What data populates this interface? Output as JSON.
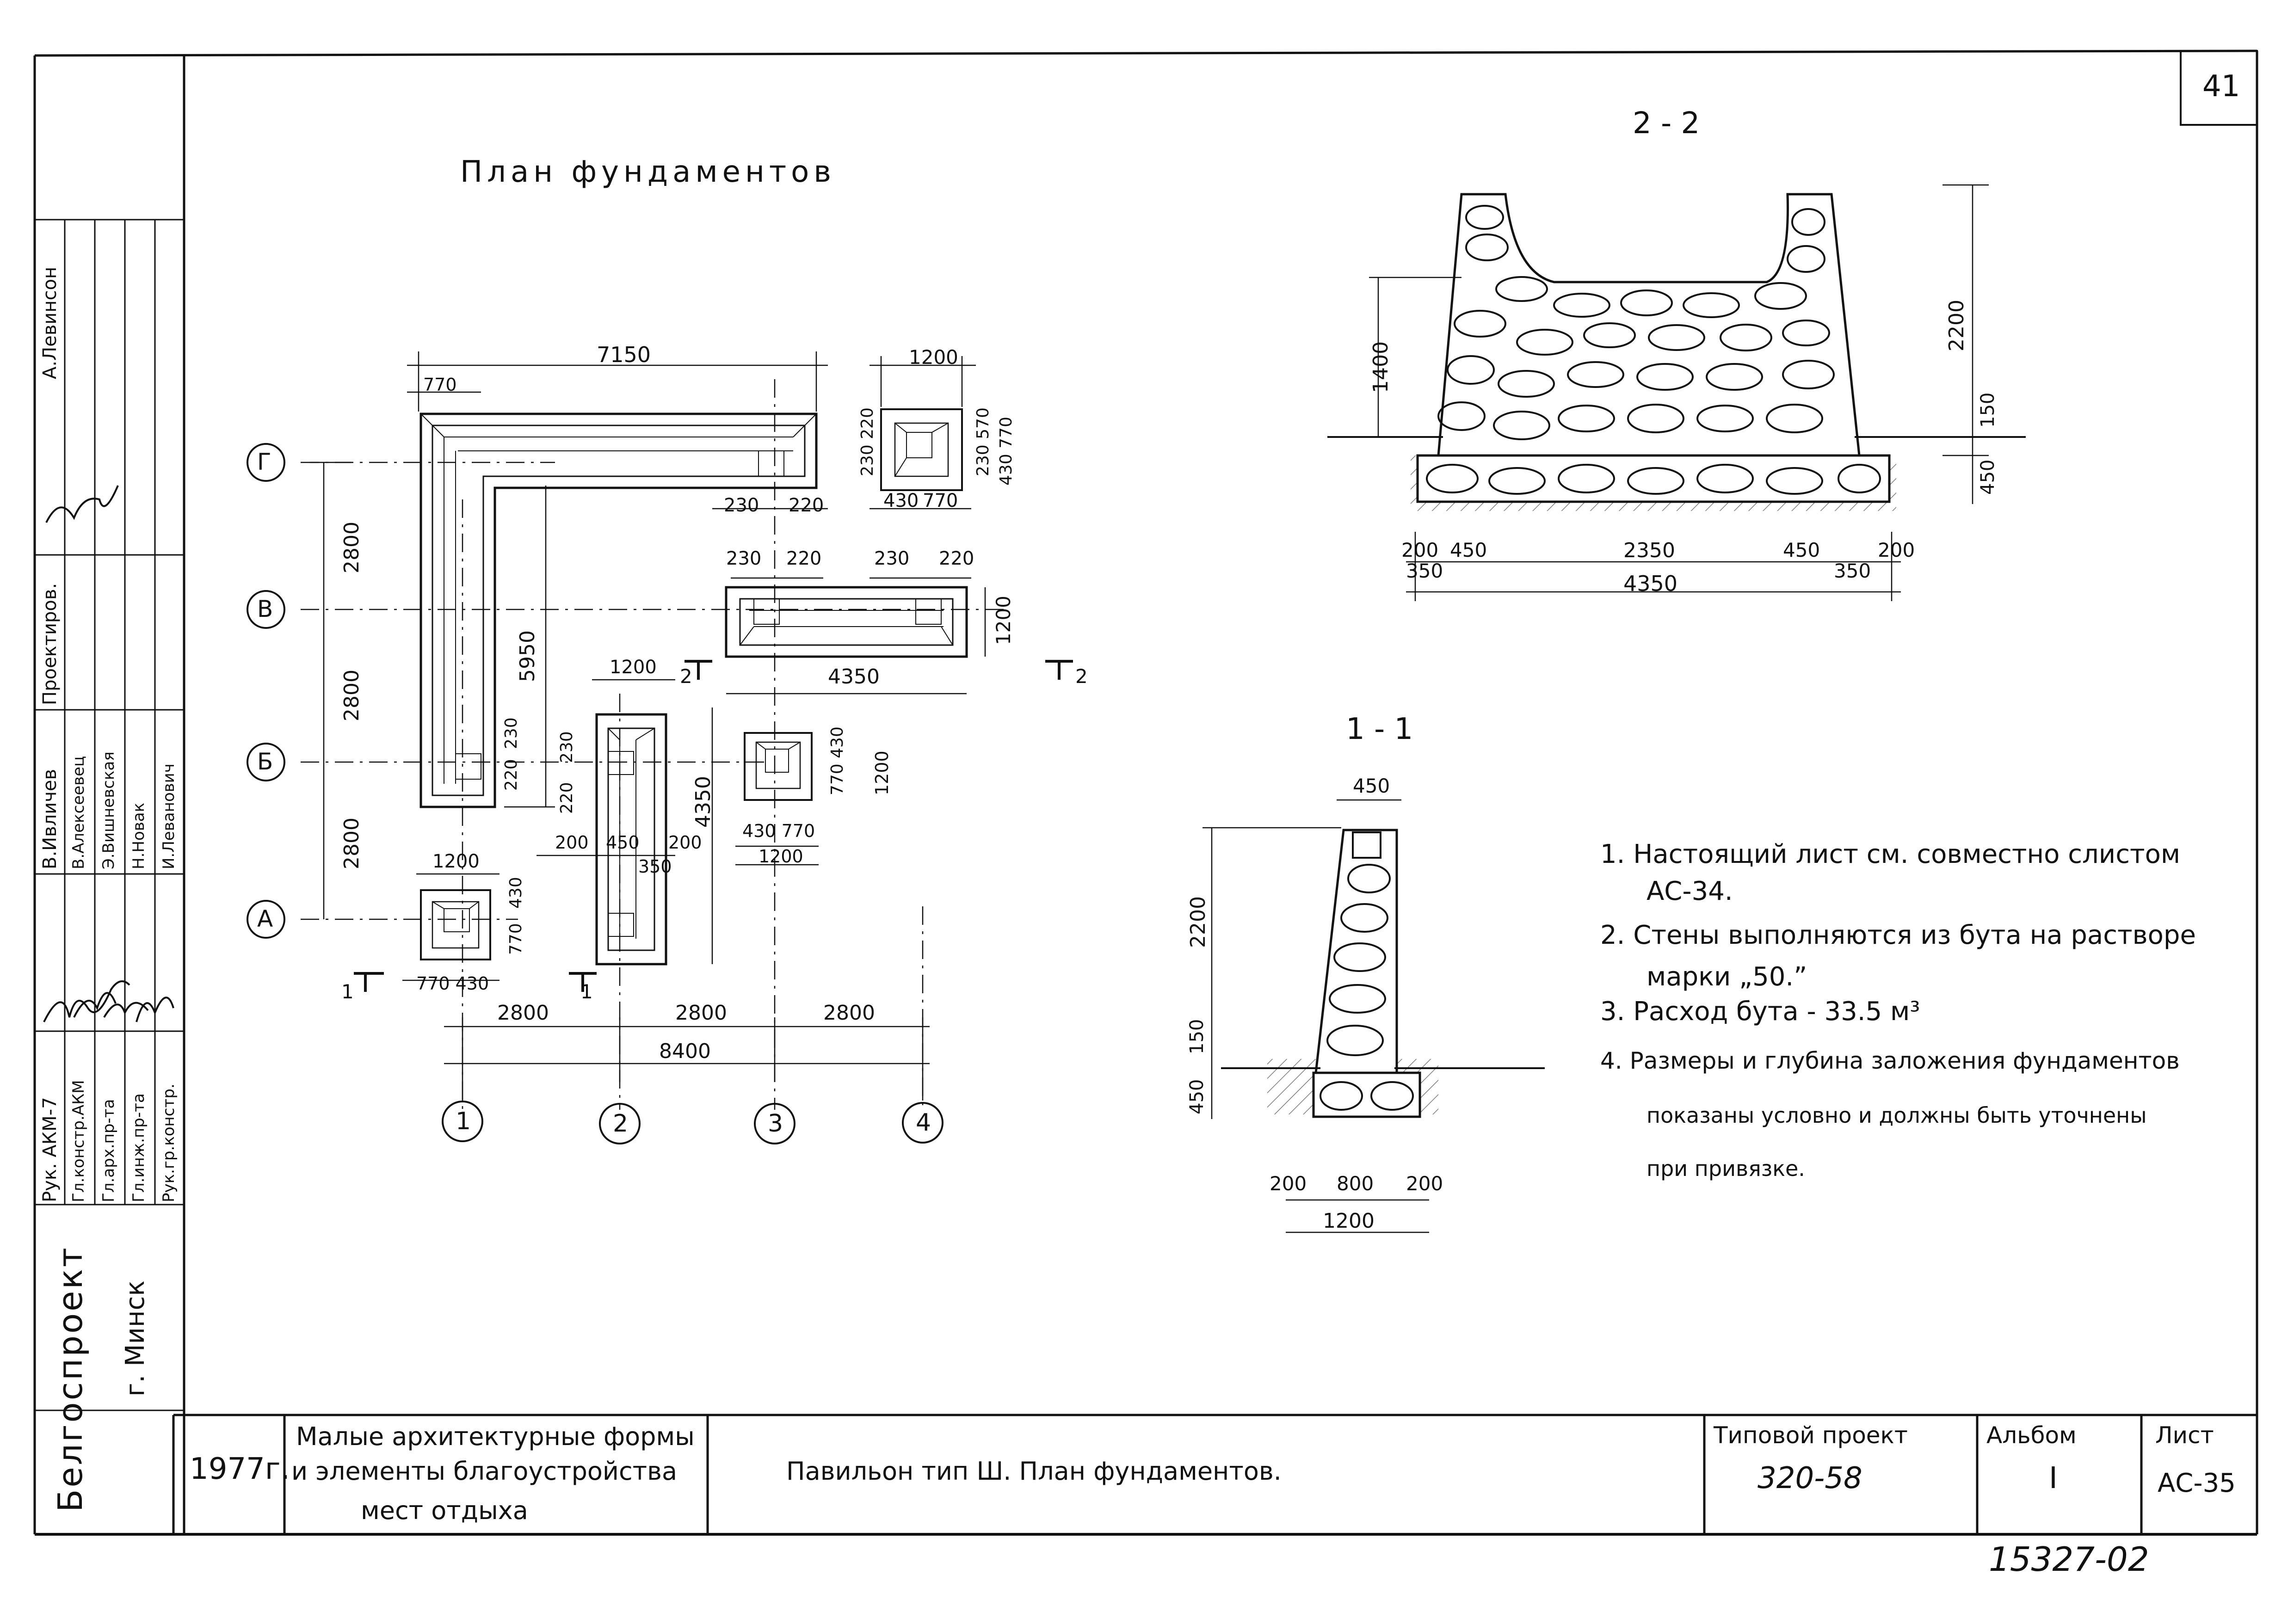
{
  "sheet": {
    "page_number": "41",
    "plan_title": "План фундаментов",
    "section_22_title": "2 - 2",
    "section_11_title": "1 - 1",
    "doc_code": "15327-02"
  },
  "plan": {
    "axes_rows": [
      "Г",
      "В",
      "Б",
      "А"
    ],
    "axes_cols": [
      "1",
      "2",
      "3",
      "4"
    ],
    "dims": {
      "top_7150": "7150",
      "d770a": "770",
      "d1200_top": "1200",
      "d230_220_a": "230",
      "d230_220_b": "220",
      "d230_220_c": "230",
      "d220_c": "220",
      "d230_d": "230",
      "d220_d": "220",
      "d230_220_e1": "230",
      "d230_220_e2": "220",
      "d430": "430",
      "d770b": "770",
      "v230_220": "230 220",
      "v230_570": "230 570",
      "v430_770": "430 770",
      "r2800a": "2800",
      "r2800b": "2800",
      "r2800c": "2800",
      "v5950": "5950",
      "v4350": "4350",
      "h4350": "4350",
      "v1200_r": "1200",
      "h1200_col2": "1200",
      "v230_col1": "230",
      "v220_col1": "220",
      "v230_col2": "230",
      "v220_col2": "220",
      "d200a": "200",
      "d450": "450",
      "d200b": "200",
      "d350": "350",
      "v770_430": "770 430",
      "v1200_b": "1200",
      "d430_770": "430 770",
      "d1200_b": "1200",
      "d1200_a": "1200",
      "v430_a": "430",
      "v770_a": "770",
      "d770_430": "770  430",
      "b2800a": "2800",
      "b2800b": "2800",
      "b2800c": "2800",
      "b8400": "8400",
      "cut1": "1",
      "cut2": "2"
    }
  },
  "section22": {
    "v1400": "1400",
    "v2200": "2200",
    "v150": "150",
    "v450": "450",
    "b200a": "200",
    "b450a": "450",
    "b2350": "2350",
    "b450b": "450",
    "b200b": "200",
    "b350a": "350",
    "b350b": "350",
    "b4350": "4350"
  },
  "section11": {
    "top450": "450",
    "v2200": "2200",
    "v150": "150",
    "v450": "450",
    "b200a": "200",
    "b800": "800",
    "b200b": "200",
    "b1200": "1200"
  },
  "notes": [
    "1. Настоящий лист см. совместно слистом",
    "АС-34.",
    "2. Стены выполняются из бута на растворе",
    "марки „50.”",
    "3. Расход бута - 33.5 м³",
    "4. Размеры и глубина заложения фундаментов",
    "показаны условно и должны быть уточнены",
    "при привязке."
  ],
  "titleblock": {
    "org": "Белгоспроект",
    "city": "г. Минск",
    "year": "1977г.",
    "series_line1": "Малые архитектурные формы",
    "series_line2": "и элементы благоустройства",
    "series_line3": "мест отдыха",
    "sheet_title": "Павильон тип Ш. План фундаментов.",
    "project_label": "Типовой проект",
    "project_number": "320-58",
    "album_label": "Альбом",
    "album_value": "I",
    "sheet_label": "Лист",
    "sheet_value": "АС-35",
    "roles": [
      "Рук. АКМ-7",
      "Гл.констр.АКМ",
      "Гл.арх.пр-та",
      "Гл.инж.пр-та",
      "Рук.гр.констр."
    ],
    "names": [
      "В.Ивличев",
      "В.Алексеевец",
      "Э.Вишневская",
      "Н.Новак",
      "И.Леванович"
    ],
    "designer_label": "Проектиров.",
    "designer_name": "А.Левинсон"
  }
}
